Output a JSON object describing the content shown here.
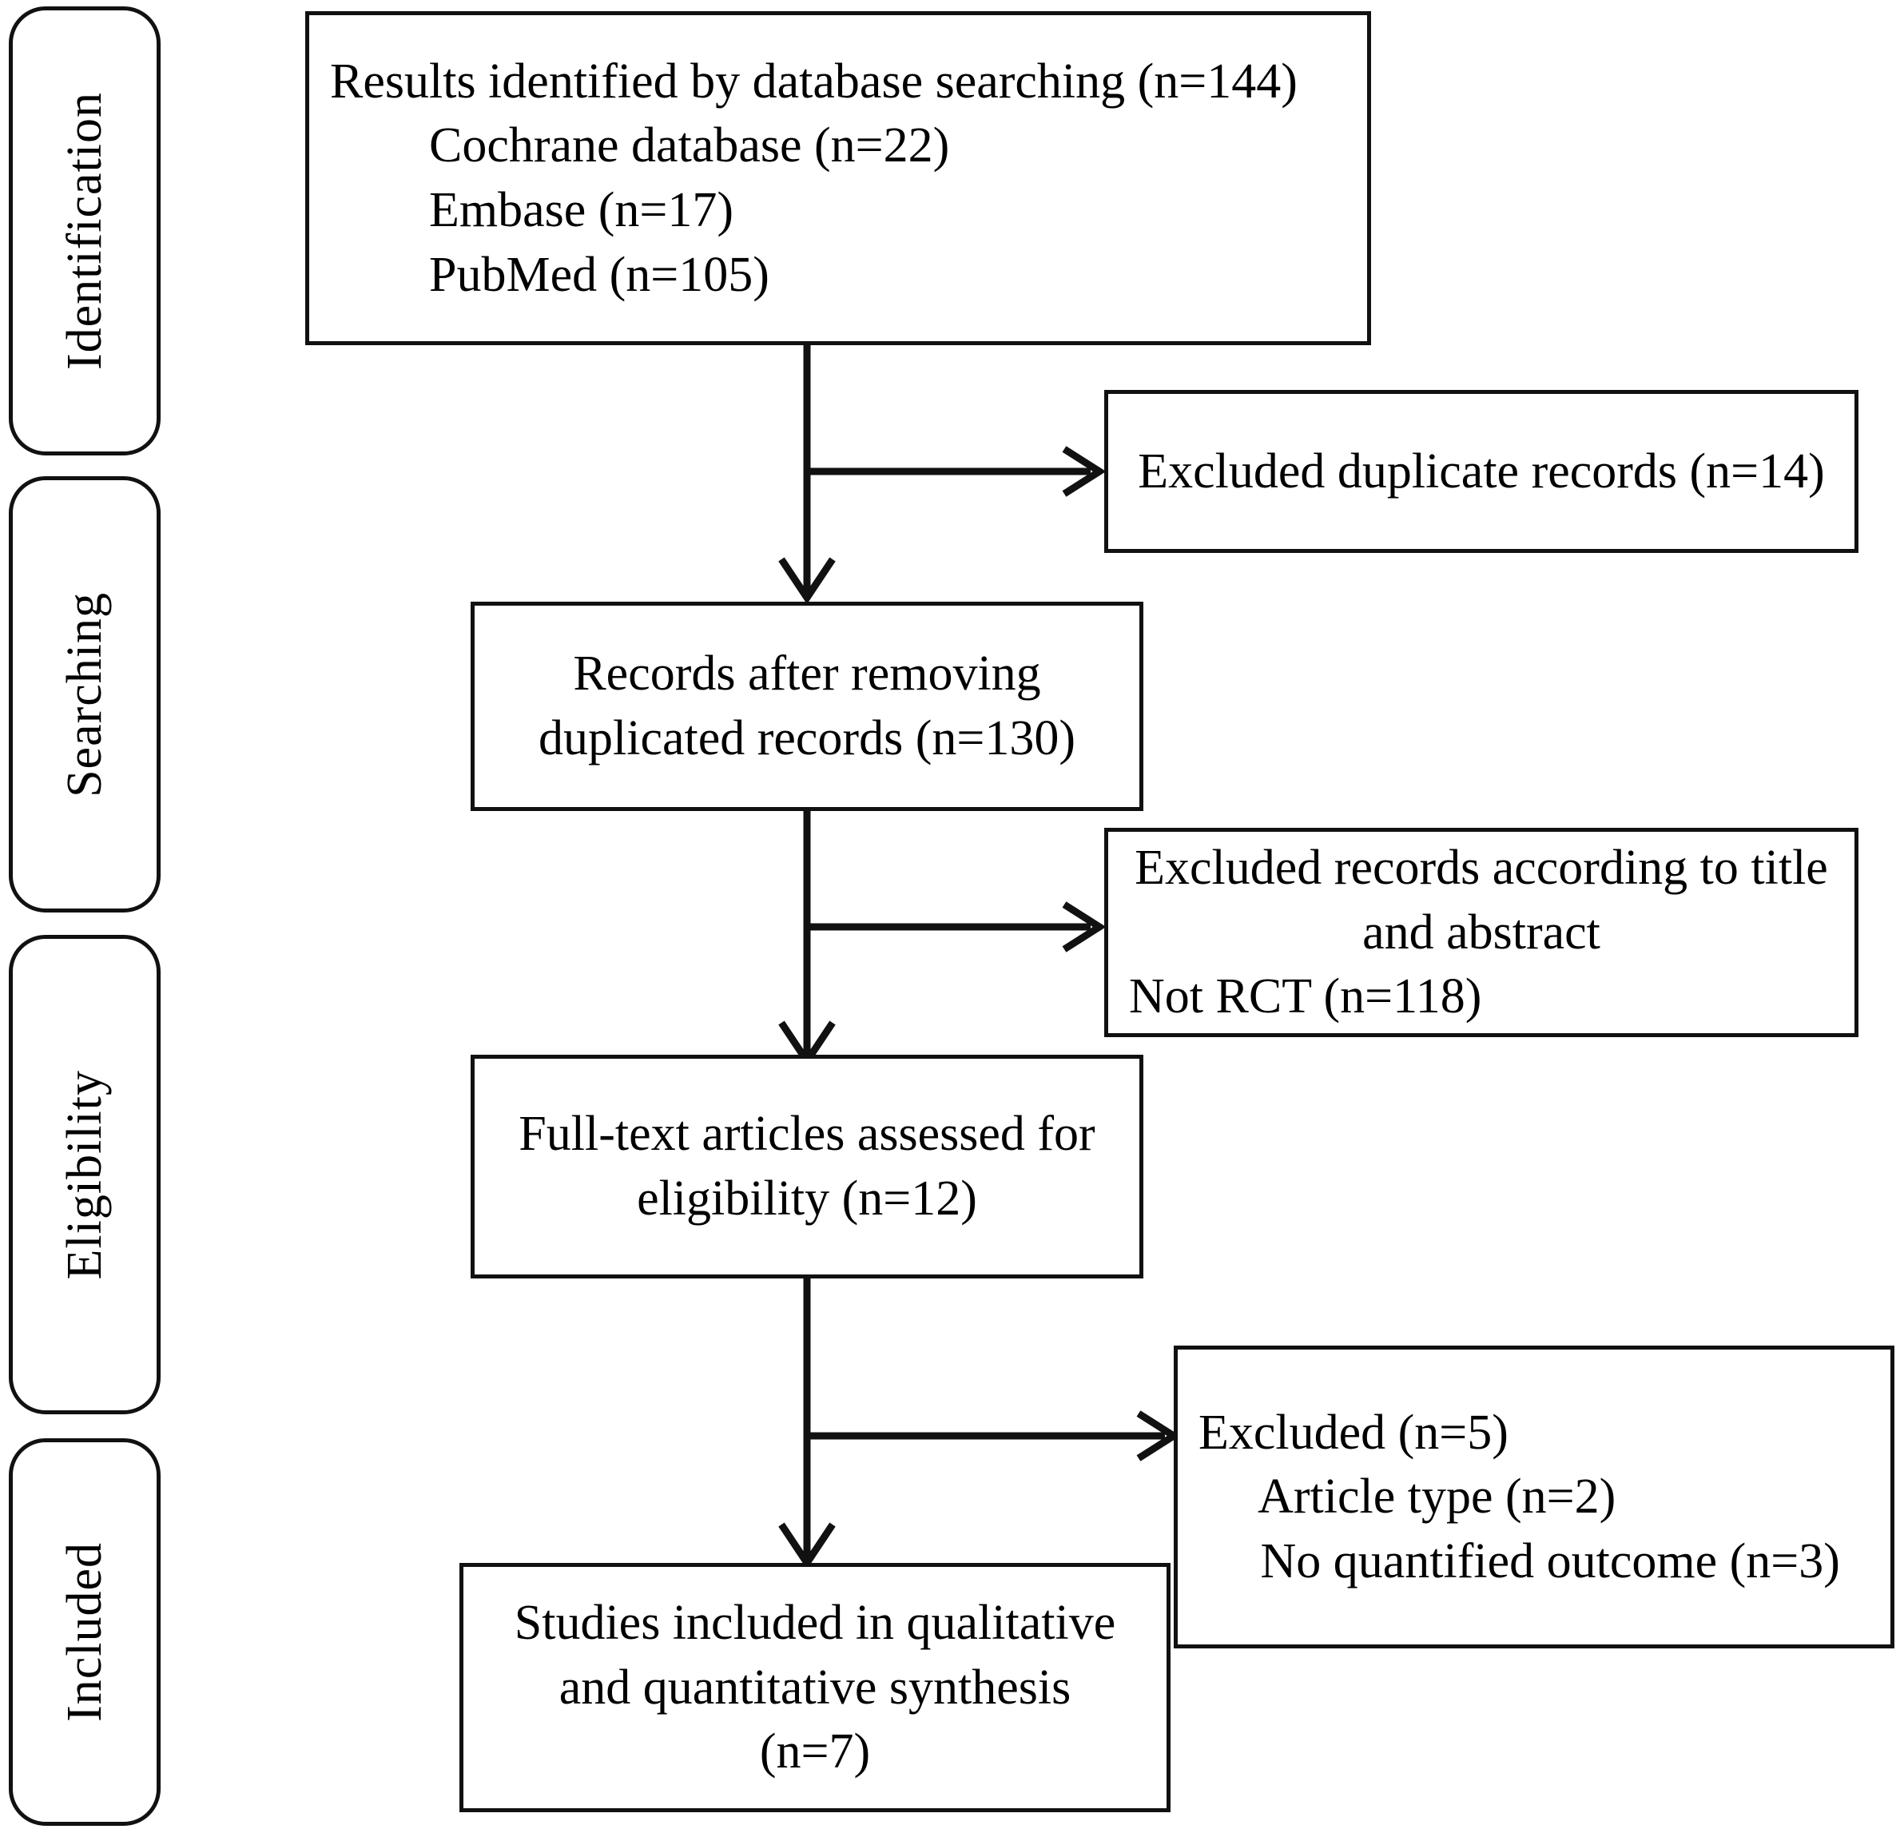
{
  "diagram": {
    "title": "PRISMA study selection flow diagram",
    "stroke_color": "#111111",
    "background_color": "#ffffff",
    "text_color": "#000000"
  },
  "stages": [
    {
      "label": "Identification"
    },
    {
      "label": "Searching"
    },
    {
      "label": "Eligibility"
    },
    {
      "label": "Included"
    }
  ],
  "nodes": {
    "identified": {
      "name": "results-identified-box",
      "lines": [
        "Results identified by database searching (n=144)",
        "        Cochrane database (n=22)",
        "        Embase (n=17)",
        "        PubMed (n=105)"
      ]
    },
    "excluded_duplicates": {
      "name": "excluded-duplicates-box",
      "lines": [
        "Excluded duplicate records (n=14)"
      ]
    },
    "after_duplicates": {
      "name": "records-after-removing-duplicates-box",
      "lines": [
        "Records after removing",
        "duplicated records (n=130)"
      ]
    },
    "excluded_title_abstract": {
      "name": "excluded-by-title-abstract-box",
      "lines": [
        "Excluded records according to title",
        "and abstract",
        "Not RCT (n=118)"
      ]
    },
    "fulltext_assessed": {
      "name": "full-text-assessed-box",
      "lines": [
        "Full-text articles assessed for",
        "eligibility (n=12)"
      ]
    },
    "excluded_fulltext": {
      "name": "excluded-full-text-box",
      "lines": [
        "Excluded (n=5)",
        "     Article type (n=2)",
        "     No quantified outcome (n=3)"
      ]
    },
    "included_studies": {
      "name": "studies-included-box",
      "lines": [
        "Studies included in qualitative",
        "and quantitative synthesis",
        "(n=7)"
      ]
    }
  },
  "counts": {
    "identified_total": 144,
    "cochrane": 22,
    "embase": 17,
    "pubmed": 105,
    "excluded_duplicates": 14,
    "after_duplicates": 130,
    "excluded_not_rct": 118,
    "fulltext_assessed": 12,
    "excluded_fulltext_total": 5,
    "excluded_article_type": 2,
    "excluded_no_quantified_outcome": 3,
    "included_studies": 7
  },
  "connectors": [
    {
      "name": "identified-to-after-duplicates",
      "type": "vertical-arrow"
    },
    {
      "name": "identified-to-excluded-duplicates",
      "type": "horizontal-arrow"
    },
    {
      "name": "after-duplicates-to-fulltext",
      "type": "vertical-arrow"
    },
    {
      "name": "after-duplicates-to-excluded-title-abstract",
      "type": "horizontal-arrow"
    },
    {
      "name": "fulltext-to-included",
      "type": "vertical-arrow"
    },
    {
      "name": "fulltext-to-excluded-fulltext",
      "type": "horizontal-arrow"
    }
  ]
}
